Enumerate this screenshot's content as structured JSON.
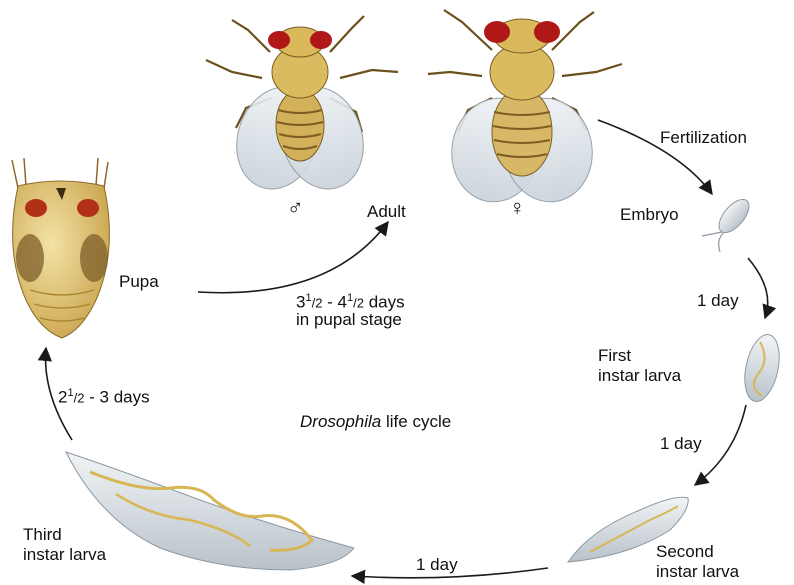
{
  "title": {
    "italic": "Drosophila",
    "rest": " life cycle"
  },
  "stages": {
    "adult": "Adult",
    "male_symbol": "♂",
    "female_symbol": "♀",
    "embryo": "Embryo",
    "first_instar_line1": "First",
    "first_instar_line2": "instar larva",
    "second_instar_line1": "Second",
    "second_instar_line2": "instar larva",
    "third_instar_line1": "Third",
    "third_instar_line2": "instar larva",
    "pupa": "Pupa"
  },
  "transitions": {
    "fertilization": "Fertilization",
    "embryo_to_first": "1 day",
    "first_to_second": "1 day",
    "second_to_third": "1 day",
    "third_to_pupa": {
      "a_whole": "2",
      "a_num": "1",
      "a_den": "/2",
      "separator": " - 3 days"
    },
    "pupal_stage": {
      "a_whole": "3",
      "a_num": "1",
      "a_den": "/2",
      "separator": " - 4",
      "b_num": "1",
      "b_den": "/2",
      "days": " days",
      "line2": "in pupal stage"
    }
  },
  "colors": {
    "body_tan": "#e2c46a",
    "body_dark": "#a7822e",
    "eye_red": "#b01818",
    "wing": "#dfe6ec",
    "larva_fill": "#dde3e8",
    "larva_gut": "#d8b654",
    "arrow": "#1a1a1a"
  }
}
